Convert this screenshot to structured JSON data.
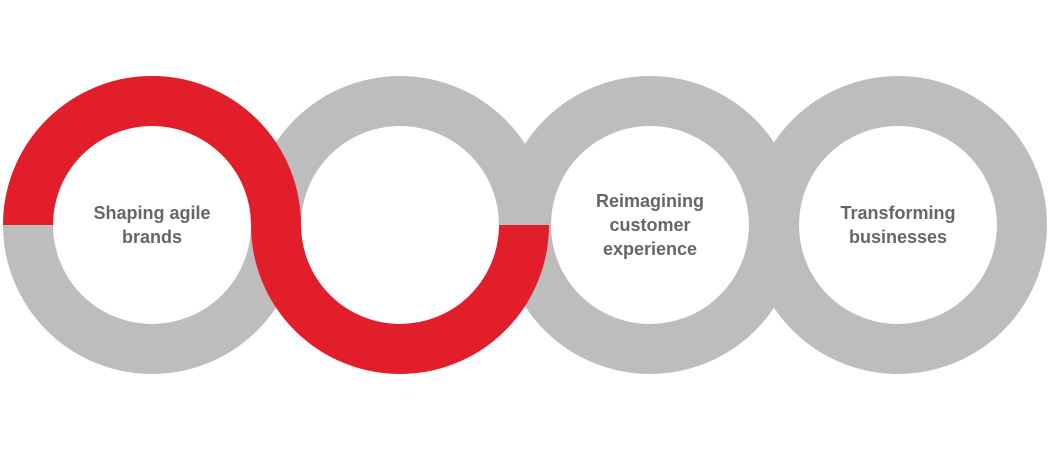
{
  "colors": {
    "ring": "#bdbdbd",
    "accent": "#e31e2b",
    "label": "#666666"
  },
  "rings": [
    {
      "lines": [
        "Shaping agile",
        "brands"
      ]
    },
    {
      "lines": []
    },
    {
      "lines": [
        "Reimagining",
        "customer",
        "experience"
      ]
    },
    {
      "lines": [
        "Transforming",
        "businesses"
      ]
    }
  ]
}
